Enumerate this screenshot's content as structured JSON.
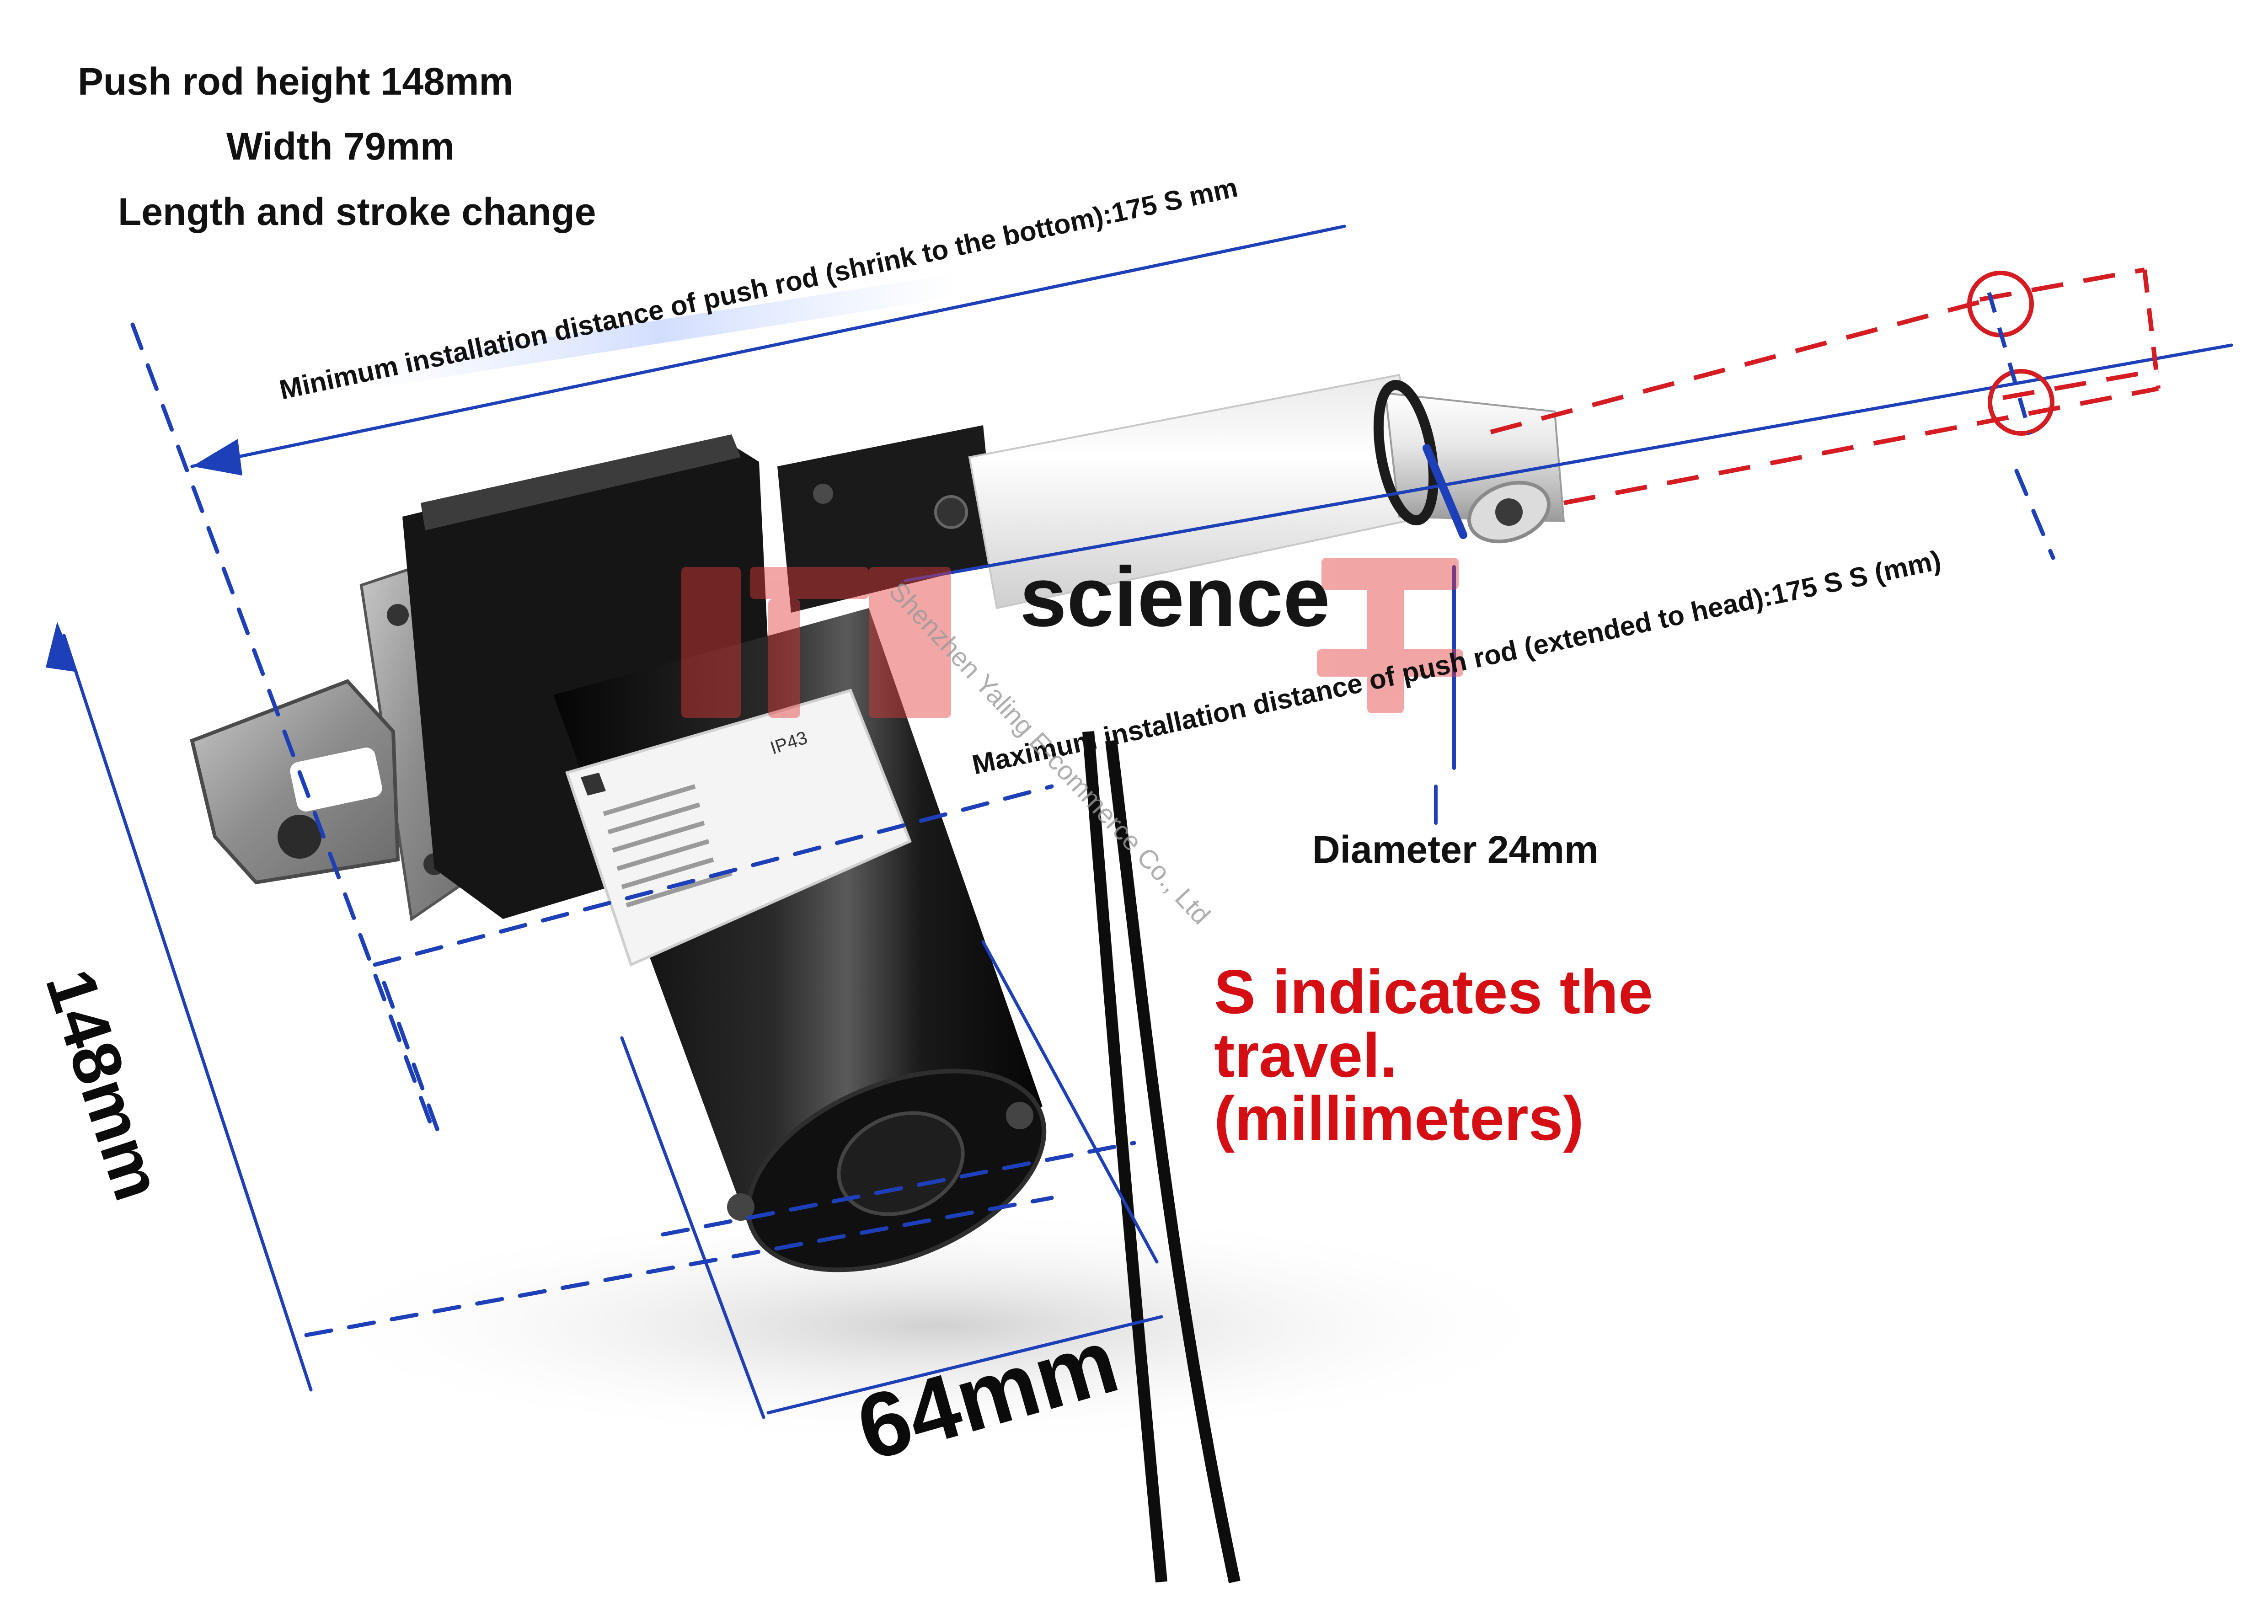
{
  "specs": {
    "line1": "Push rod height 148mm",
    "line2": "Width 79mm",
    "line3": "Length and stroke change"
  },
  "dimensions": {
    "min_install": "Minimum installation distance of push rod (shrink to the bottom):175 S mm",
    "max_install": "Maximum installation distance of push rod (extended to head):175 S S (mm)",
    "diameter": "Diameter 24mm",
    "height": "148mm",
    "width": "64mm"
  },
  "note": {
    "line1": "S indicates the",
    "line2": "travel.",
    "line3": "(millimeters)"
  },
  "watermark": {
    "brand": "science",
    "company": "Shenzhen Yaling E-commerce Co., Ltd"
  },
  "label_plate": {
    "rating": "IP43"
  },
  "colors": {
    "dimension_line": "#1d3fb8",
    "travel_marker": "#d51c22",
    "note_text": "#d40e12"
  }
}
